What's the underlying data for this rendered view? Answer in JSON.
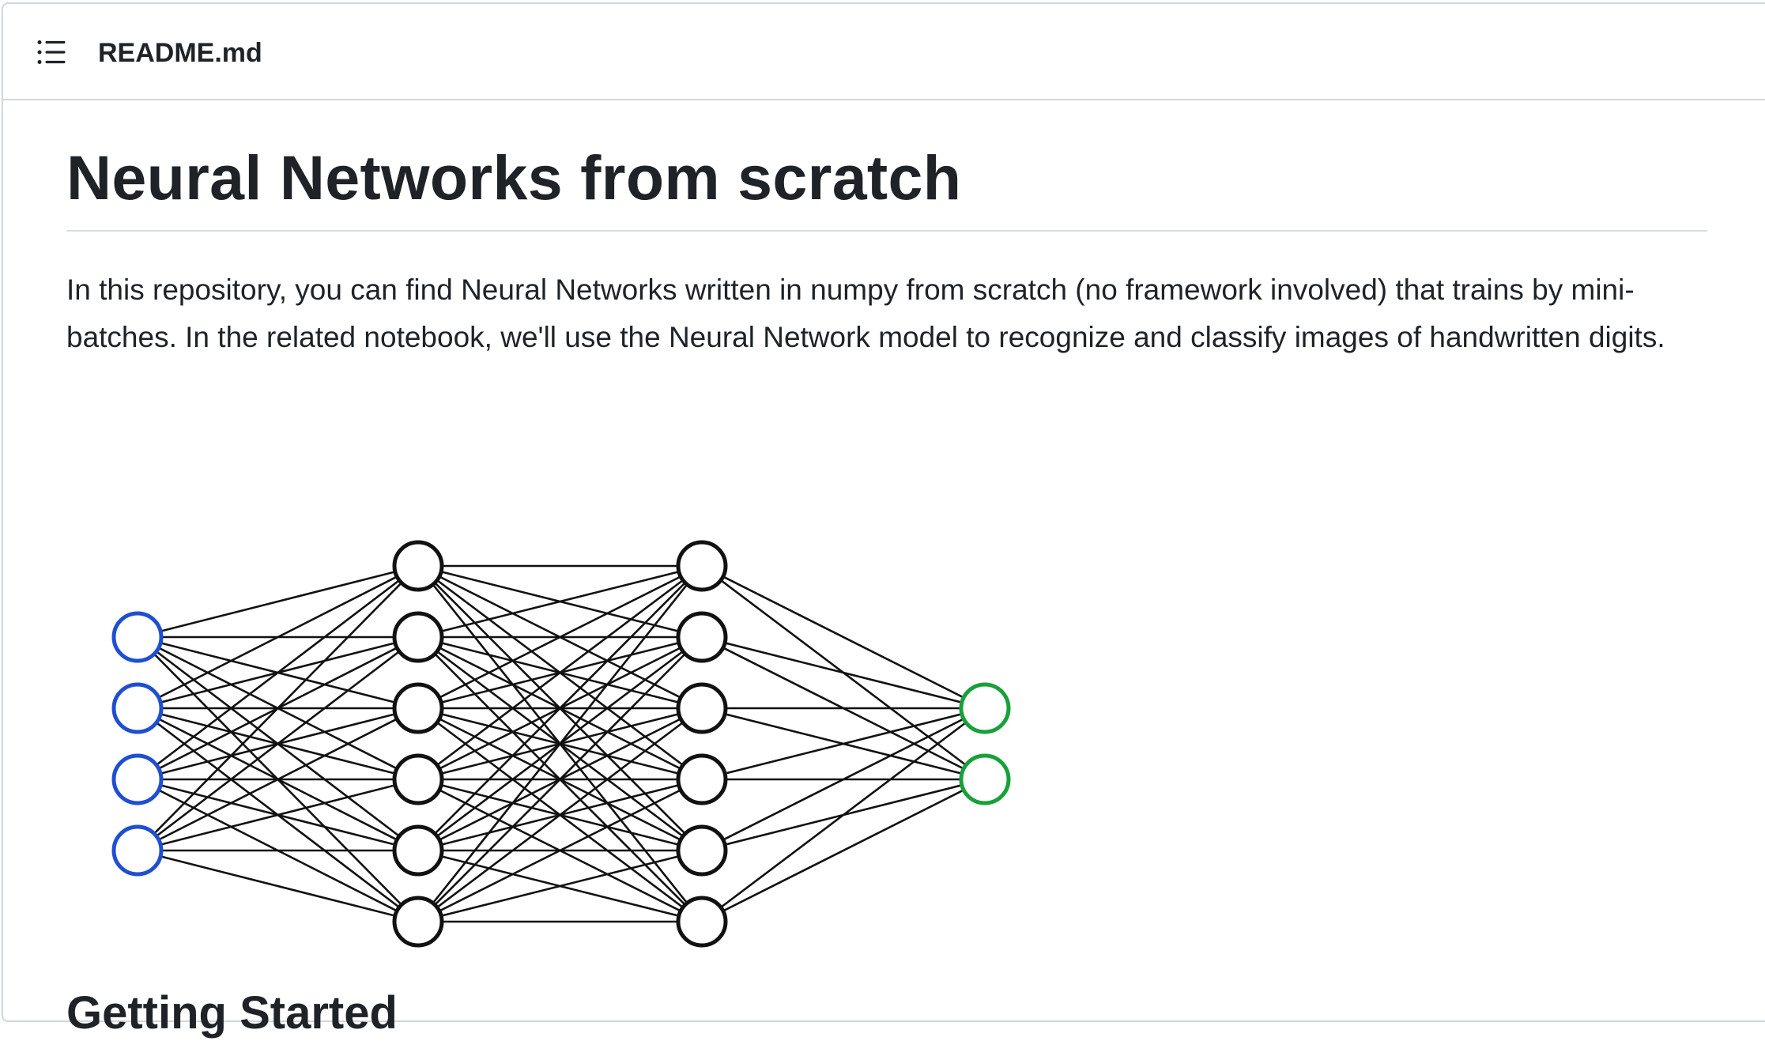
{
  "file_header": {
    "toc_icon": "list-unordered-icon",
    "file_name": "README.md"
  },
  "readme": {
    "title": "Neural Networks from scratch",
    "intro": "In this repository, you can find Neural Networks written in numpy from scratch (no framework involved) that trains by mini-batches. In the related notebook, we'll use the Neural Network model to recognize and classify images of handwritten digits.",
    "next_heading": "Getting Started"
  },
  "diagram": {
    "layers": [
      {
        "role": "input",
        "neurons": 4,
        "color": "#1f4fd1"
      },
      {
        "role": "hidden",
        "neurons": 6,
        "color": "#111111"
      },
      {
        "role": "hidden",
        "neurons": 6,
        "color": "#111111"
      },
      {
        "role": "output",
        "neurons": 2,
        "color": "#18a03a"
      }
    ],
    "edge_color": "#111111"
  }
}
